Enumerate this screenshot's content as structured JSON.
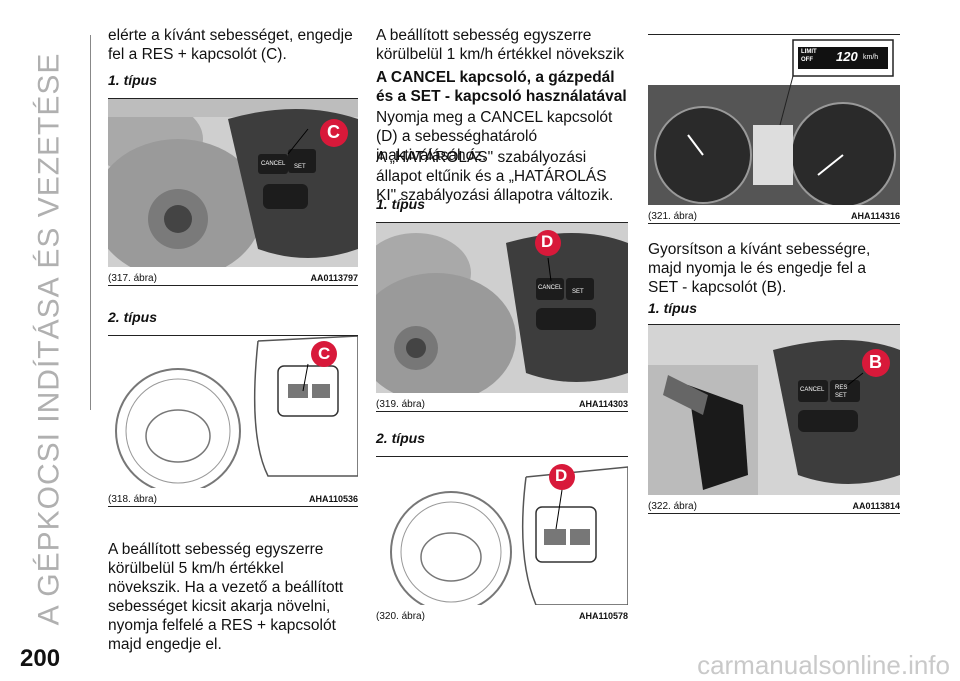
{
  "sidebar": {
    "title": "A GÉPKOCSI INDÍTÁSA ÉS VEZETÉSE"
  },
  "page": {
    "number": "200",
    "watermark": "carmanualsonline.info"
  },
  "col1": {
    "para1": "elérte a kívánt sebességet, engedje fel a RES + kapcsolót (C).",
    "type1": "1. típus",
    "fig317": {
      "label": "(317. ábra)",
      "code": "AA0113797"
    },
    "type2": "2. típus",
    "fig318": {
      "label": "(318. ábra)",
      "code": "AHA110536"
    },
    "para2": "A beállított sebesség egyszerre körülbelül 5 km/h értékkel növekszik. Ha a vezető a beállított sebességet kicsit akarja növelni, nyomja felfelé a RES + kapcsolót majd engedje el."
  },
  "col2": {
    "para1": "A beállított sebesség egyszerre körülbelül 1 km/h értékkel növekszik",
    "heading": "A CANCEL kapcsoló, a gázpedál és a SET - kapcsoló használatával",
    "para2": "Nyomja meg a CANCEL kapcsolót (D) a sebességhatároló inaktiválásához.",
    "para3": "A „HATÁROLÁS\" szabályozási állapot eltűnik és a „HATÁROLÁS KI\" szabályozási állapotra változik.",
    "type1": "1. típus",
    "fig319": {
      "label": "(319. ábra)",
      "code": "AHA114303"
    },
    "type2": "2. típus",
    "fig320": {
      "label": "(320. ábra)",
      "code": "AHA110578"
    }
  },
  "col3": {
    "fig321": {
      "label": "(321. ábra)",
      "code": "AHA114316"
    },
    "para1": "Gyorsítson a kívánt sebességre, majd nyomja le és engedje fel a SET - kapcsolót (B).",
    "type1": "1. típus",
    "fig322": {
      "label": "(322. ábra)",
      "code": "AA0113814"
    }
  },
  "callouts": {
    "c": "C",
    "d": "D",
    "b": "B"
  },
  "switch_labels": {
    "cancel": "CANCEL",
    "set": "SET",
    "res": "RES"
  },
  "display": {
    "limit": "LIMIT",
    "off": "OFF",
    "speed": "120",
    "unit": "km/h"
  }
}
